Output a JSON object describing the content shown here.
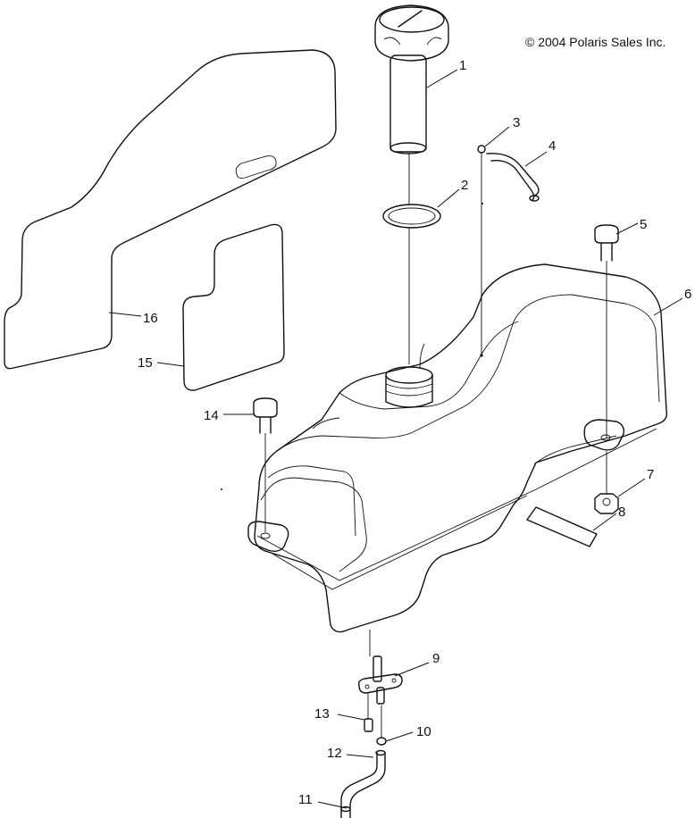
{
  "copyright": "© 2004 Polaris Sales Inc.",
  "callouts": {
    "c1": "1",
    "c2": "2",
    "c3": "3",
    "c4": "4",
    "c5": "5",
    "c6": "6",
    "c7": "7",
    "c8": "8",
    "c9": "9",
    "c10": "10",
    "c11": "11",
    "c12": "12",
    "c13": "13",
    "c14": "14",
    "c15": "15",
    "c16": "16"
  }
}
